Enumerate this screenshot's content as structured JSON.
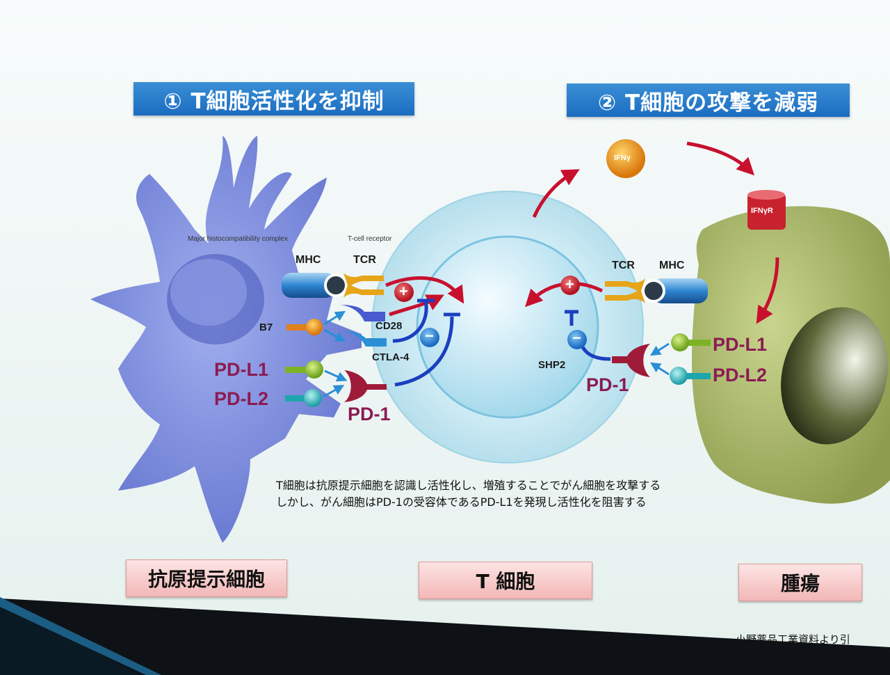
{
  "headings": {
    "left": "① T細胞活性化を抑制",
    "right": "② T細胞の攻撃を減弱"
  },
  "labels": {
    "mhc_full": "Major histocompatibility complex",
    "tcr_full": "T-cell receptor",
    "mhc_left": "MHC",
    "tcr_left": "TCR",
    "b7": "B7",
    "cd28": "CD28",
    "ctla4": "CTLA-4",
    "pdl1_left": "PD-L1",
    "pdl2_left": "PD-L2",
    "pd1_left": "PD-1",
    "tcr_right": "TCR",
    "mhc_right": "MHC",
    "shp2": "SHP2",
    "pd1_right": "PD-1",
    "pdl1_right": "PD-L1",
    "pdl2_right": "PD-L2",
    "ifng": "IFNγ",
    "ifngr": "IFNγR",
    "plus": "+",
    "minus": "−"
  },
  "caption": {
    "line1": "T細胞は抗原提示細胞を認識し活性化し、増殖することでがん細胞を攻撃する",
    "line2": "しかし、がん細胞はPD-1の受容体であるPD-L1を発現し活性化を阻害する"
  },
  "cell_names": {
    "apc": "抗原提示細胞",
    "tcell": "T 細胞",
    "tumor": "腫瘍"
  },
  "source": "小野薬品工業資料より引",
  "colors": {
    "heading_blue": "#1b6cc0",
    "pd_magenta": "#8a1b52",
    "arrow_red": "#c8102e",
    "inhibit_blue": "#1a3fc0",
    "apc_purple": "#6f7fd6",
    "tumor_olive": "#a9b86a"
  }
}
